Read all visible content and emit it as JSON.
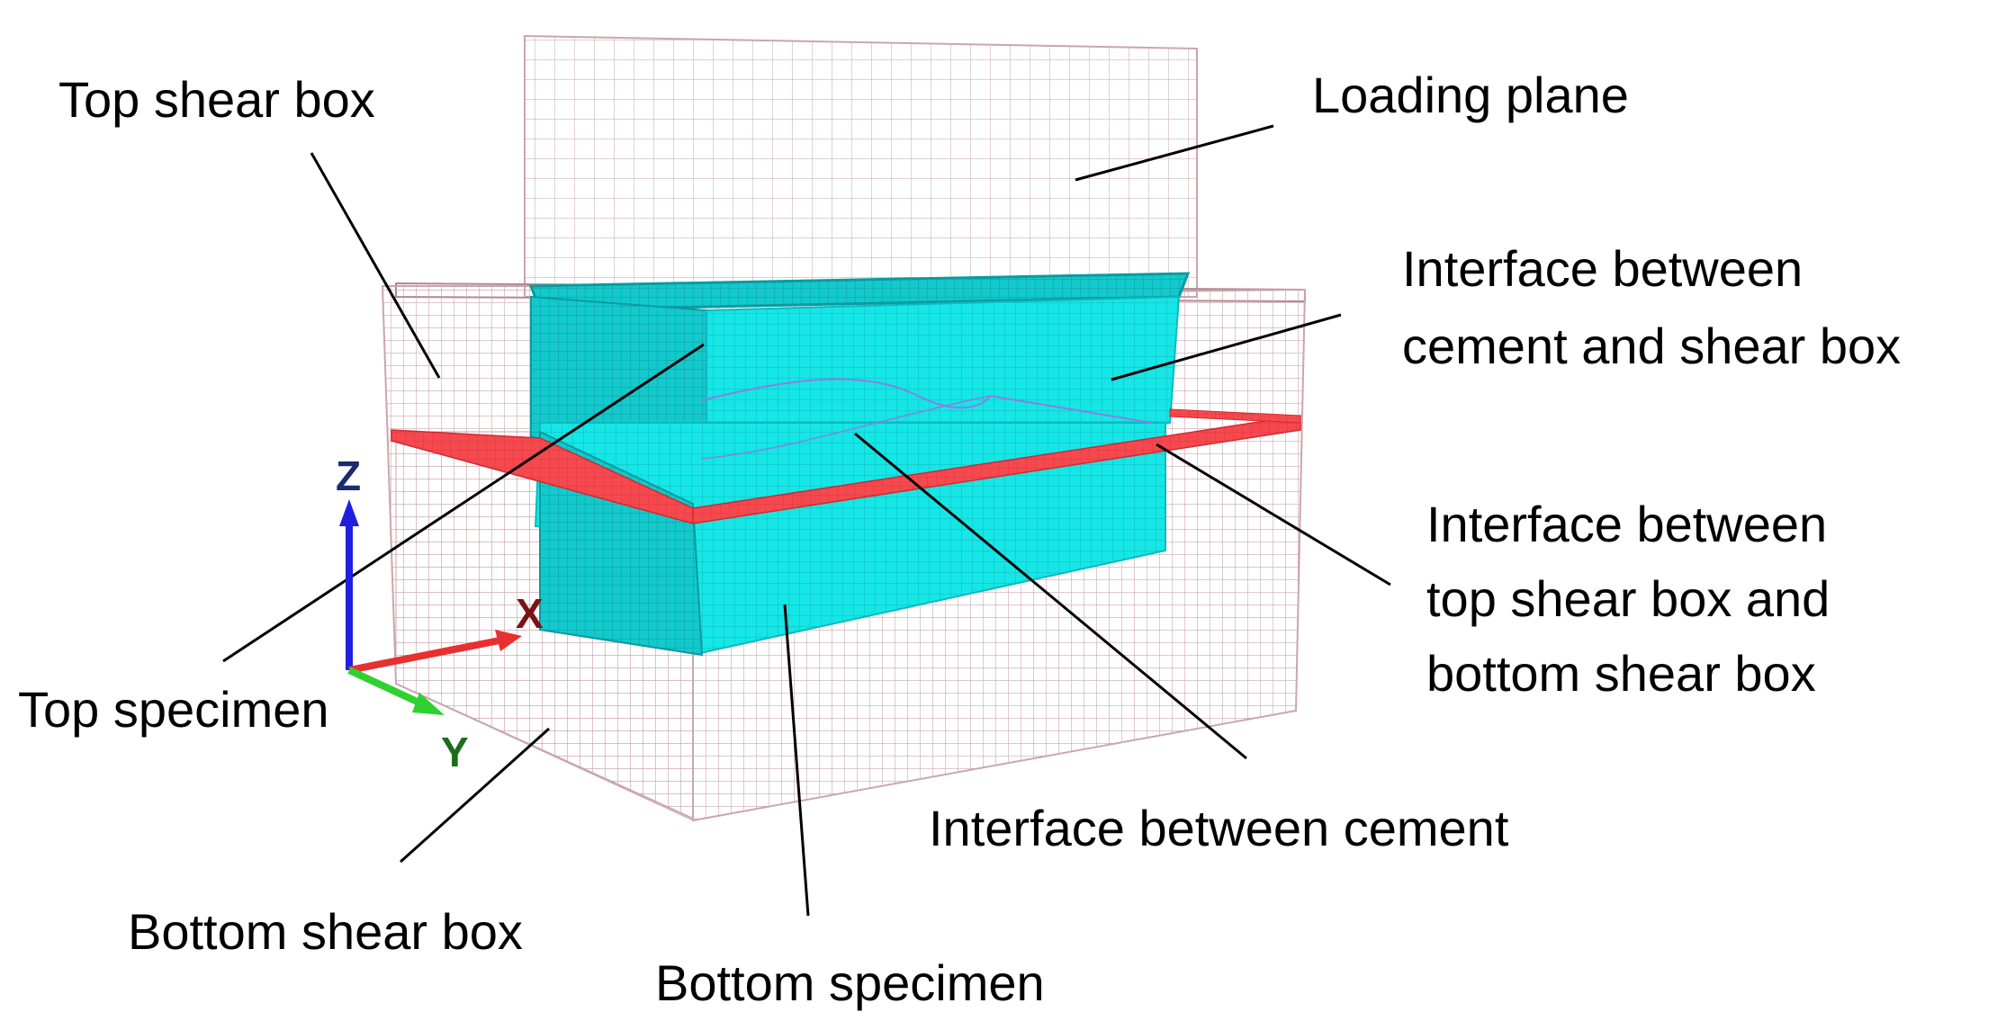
{
  "labels": {
    "top_shear_box": "Top shear box",
    "loading_plane": "Loading plane",
    "interface_cement_shear_box_line1": "Interface between",
    "interface_cement_shear_box_line2": "cement and shear box",
    "interface_shear_boxes_line1": "Interface between",
    "interface_shear_boxes_line2": "top shear box and",
    "interface_shear_boxes_line3": "bottom shear box",
    "top_specimen": "Top specimen",
    "interface_cement": "Interface between cement",
    "bottom_shear_box": "Bottom shear box",
    "bottom_specimen": "Bottom specimen"
  },
  "axes": {
    "z": "Z",
    "x": "X",
    "y": "Y"
  },
  "colors": {
    "specimen": "#16e6e6",
    "specimen_dark": "#10b9bd",
    "interface_band": "#f4494f",
    "mesh": "#caa6ad",
    "axis_z": "#1f1fe0",
    "axis_x": "#e83030",
    "axis_y": "#2ed12e",
    "axis_z_label": "#1c2a6e",
    "axis_x_label": "#7a1414",
    "axis_y_label": "#1b6e1b"
  }
}
